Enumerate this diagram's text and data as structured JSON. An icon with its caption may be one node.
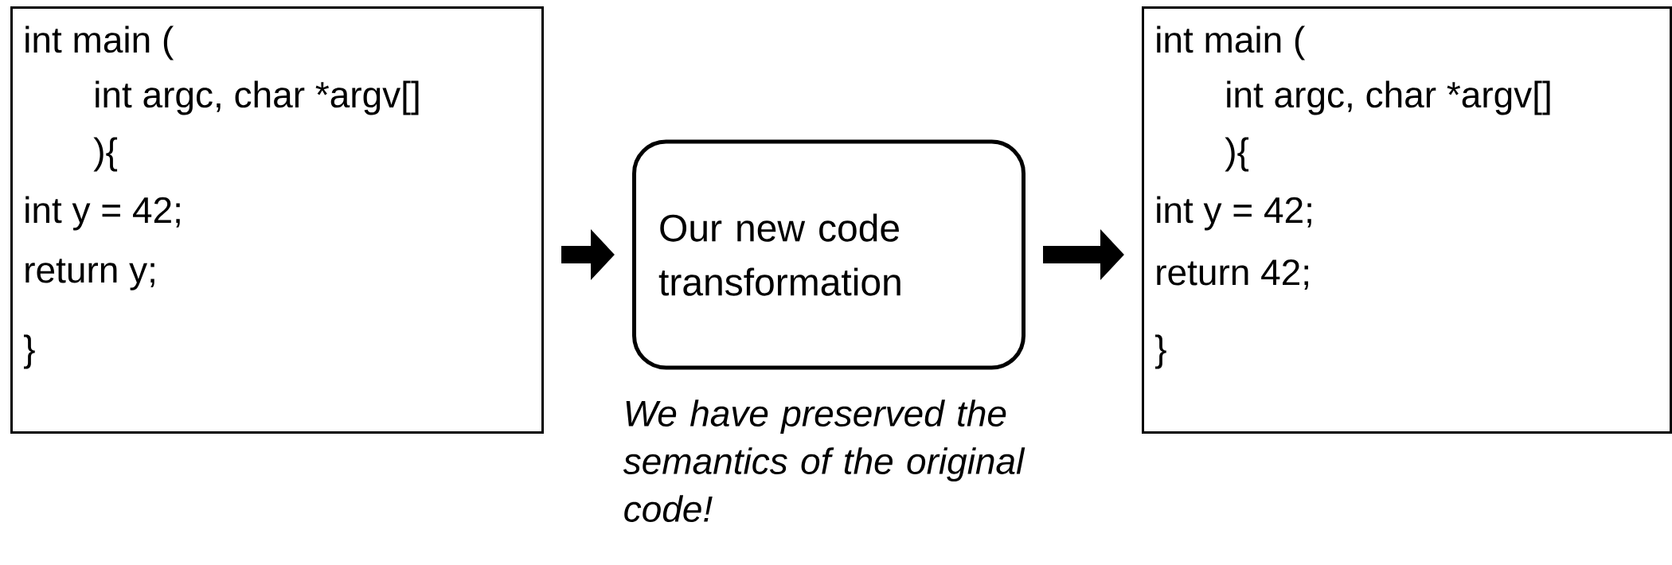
{
  "diagram": {
    "nodes": [
      {
        "text": [
          "int main (",
          "int argc, char *argv[]",
          "){",
          "int y = 42;",
          "return y;",
          "}"
        ]
      },
      {
        "text": [
          "Our new code transformation"
        ],
        "beside": [
          "We have preserved the semantics of the original code!"
        ]
      },
      {
        "text": [
          "int main (",
          "int argc, char *argv[]",
          "){",
          "int y = 42;",
          "return 42;",
          "}"
        ]
      }
    ],
    "edges": [
      {
        "from": 0,
        "to": 1,
        "arrow": "to"
      },
      {
        "from": 1,
        "to": 2,
        "arrow": "to"
      }
    ]
  }
}
